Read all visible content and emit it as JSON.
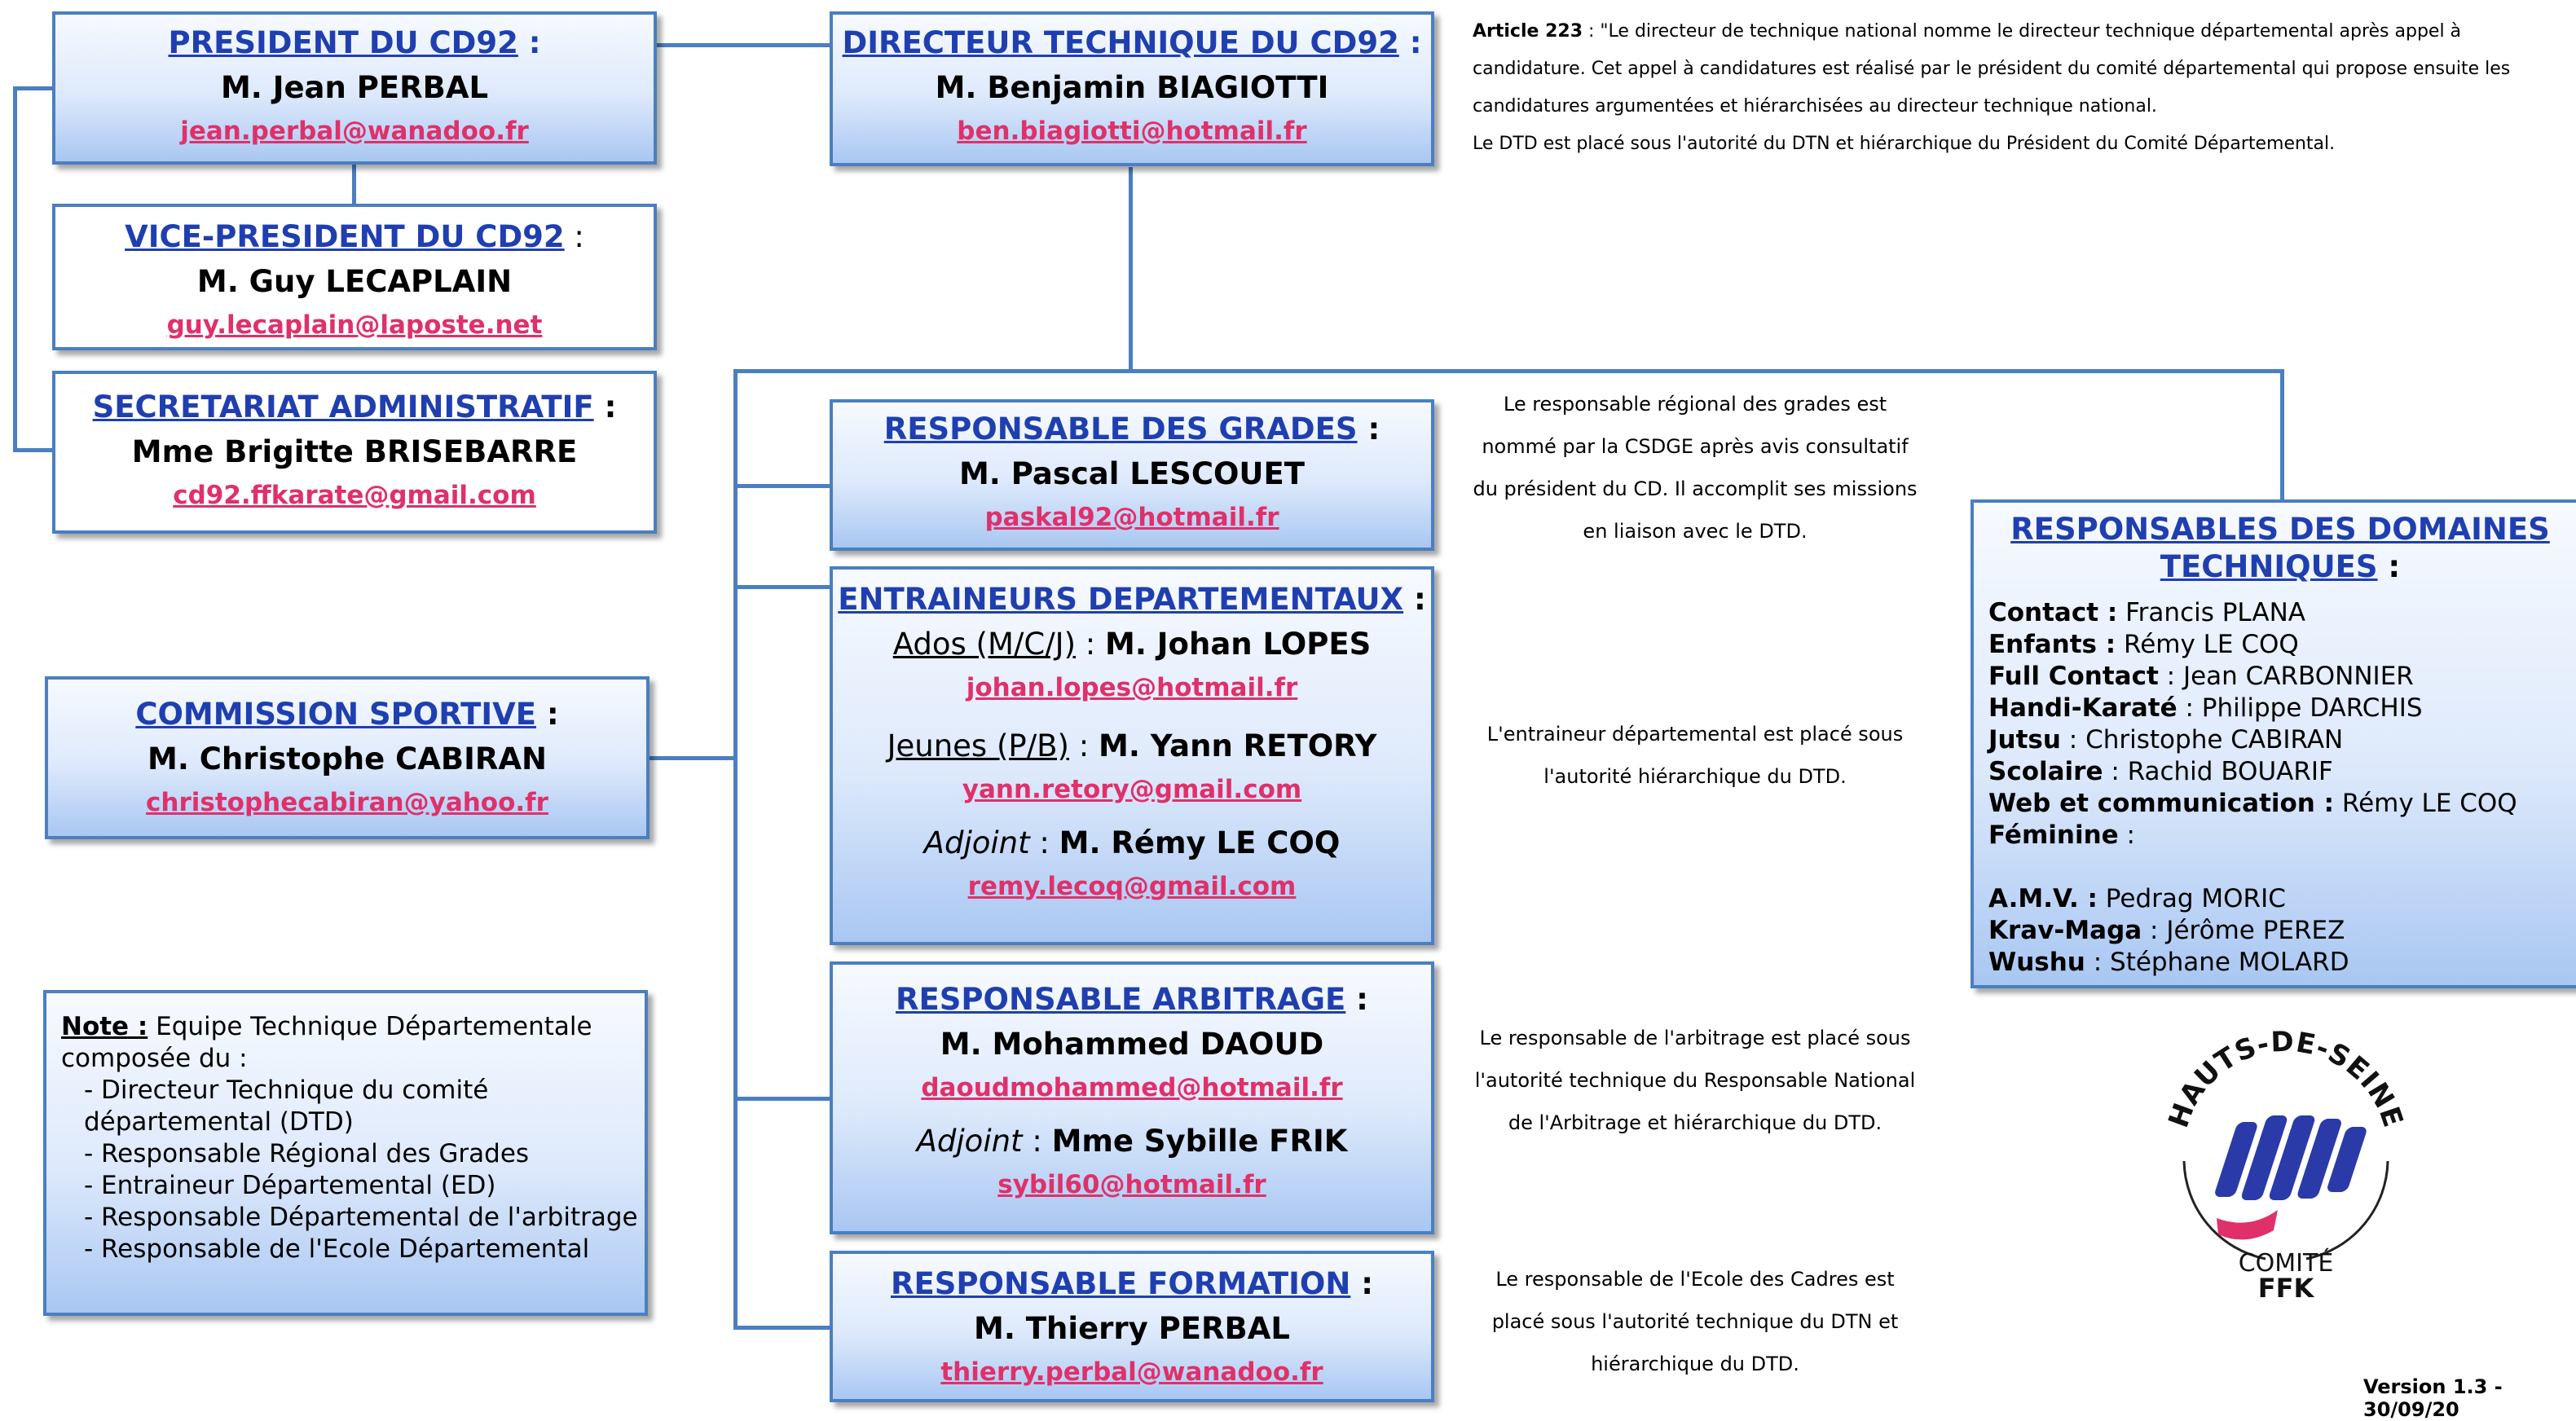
{
  "president": {
    "title": "PRESIDENT DU CD92",
    "name": "M. Jean PERBAL",
    "email": "jean.perbal@wanadoo.fr"
  },
  "vice_president": {
    "title": "VICE-PRESIDENT DU CD92",
    "name": "M. Guy LECAPLAIN",
    "email": "guy.lecaplain@laposte.net"
  },
  "secretariat": {
    "title": "SECRETARIAT ADMINISTRATIF",
    "name": "Mme Brigitte BRISEBARRE",
    "email": "cd92.ffkarate@gmail.com"
  },
  "directeur": {
    "title": "DIRECTEUR TECHNIQUE DU CD92",
    "name": "M. Benjamin BIAGIOTTI",
    "email": "ben.biagiotti@hotmail.fr"
  },
  "article": {
    "label": "Article 223",
    "text": " : \"Le directeur de technique national nomme le directeur technique départemental après appel à candidature. Cet appel à candidatures est réalisé par le président du comité départemental qui propose ensuite les candidatures argumentées et hiérarchisées au directeur technique national.",
    "text2": "Le DTD est placé sous l'autorité du DTN et hiérarchique du Président du Comité Départemental."
  },
  "grades": {
    "title": "RESPONSABLE DES GRADES",
    "name": "M. Pascal LESCOUET",
    "email": "paskal92@hotmail.fr",
    "note": "Le responsable régional des grades est nommé par la CSDGE après avis consultatif du président du CD. Il accomplit ses missions en liaison avec le DTD."
  },
  "entraineurs": {
    "title": "ENTRAINEURS DEPARTEMENTAUX",
    "r1_role": "Ados (M/C/J)",
    "r1_name": "M. Johan LOPES",
    "r1_email": "johan.lopes@hotmail.fr",
    "r2_role": "Jeunes (P/B)",
    "r2_name": "M. Yann RETORY",
    "r2_email": "yann.retory@gmail.com",
    "r3_role": "Adjoint",
    "r3_name": "M. Rémy LE COQ",
    "r3_email": "remy.lecoq@gmail.com",
    "note": "L'entraineur départemental est placé sous l'autorité hiérarchique du DTD."
  },
  "arbitrage": {
    "title": "RESPONSABLE ARBITRAGE",
    "name": "M. Mohammed DAOUD",
    "email": "daoudmohammed@hotmail.fr",
    "adj_role": "Adjoint",
    "adj_name": "Mme Sybille FRIK",
    "adj_email": "sybil60@hotmail.fr",
    "note": "Le responsable de l'arbitrage est placé sous l'autorité technique du Responsable National de l'Arbitrage et hiérarchique du DTD."
  },
  "formation": {
    "title": "RESPONSABLE FORMATION",
    "name": "M. Thierry PERBAL",
    "email": "thierry.perbal@wanadoo.fr",
    "note": "Le responsable de l'Ecole des Cadres est placé sous l'autorité technique du DTN et hiérarchique du DTD."
  },
  "commission": {
    "title": "COMMISSION SPORTIVE",
    "name": "M. Christophe CABIRAN",
    "email": "christophecabiran@yahoo.fr"
  },
  "domaines": {
    "title": "RESPONSABLES DES DOMAINES TECHNIQUES",
    "items": [
      {
        "label": "Contact :",
        "value": " Francis PLANA"
      },
      {
        "label": "Enfants :",
        "value": " Rémy LE COQ"
      },
      {
        "label": "Full Contact",
        "value": " : Jean CARBONNIER"
      },
      {
        "label": "Handi-Karaté",
        "value": " : Philippe DARCHIS"
      },
      {
        "label": "Jutsu",
        "value": " : Christophe CABIRAN"
      },
      {
        "label": "Scolaire",
        "value": " : Rachid BOUARIF"
      },
      {
        "label": "Web et communication :",
        "value": " Rémy LE COQ"
      },
      {
        "label": "Féminine",
        "value": " :"
      },
      {
        "label": "A.M.V. :",
        "value": "  Pedrag MORIC"
      },
      {
        "label": "Krav-Maga",
        "value": " : Jérôme PEREZ"
      },
      {
        "label": "Wushu",
        "value": " : Stéphane MOLARD"
      }
    ]
  },
  "note": {
    "label": "Note :",
    "intro": " Equipe Technique Départementale composée du :",
    "items": [
      "- Directeur Technique du comité départemental (DTD)",
      "- Responsable Régional des Grades",
      "- Entraineur Départemental (ED)",
      "- Responsable Départemental de l'arbitrage",
      "- Responsable de l'Ecole Départemental"
    ]
  },
  "logo": {
    "arc_text": "HAUTS-DE-SEINE",
    "comite": "COMITÉ",
    "ffk": "FFK"
  },
  "version": "Version 1.3 - 30/09/20",
  "colors": {
    "title": "#1f3fb0",
    "email": "#e0306a",
    "border": "#4a7fc1"
  }
}
